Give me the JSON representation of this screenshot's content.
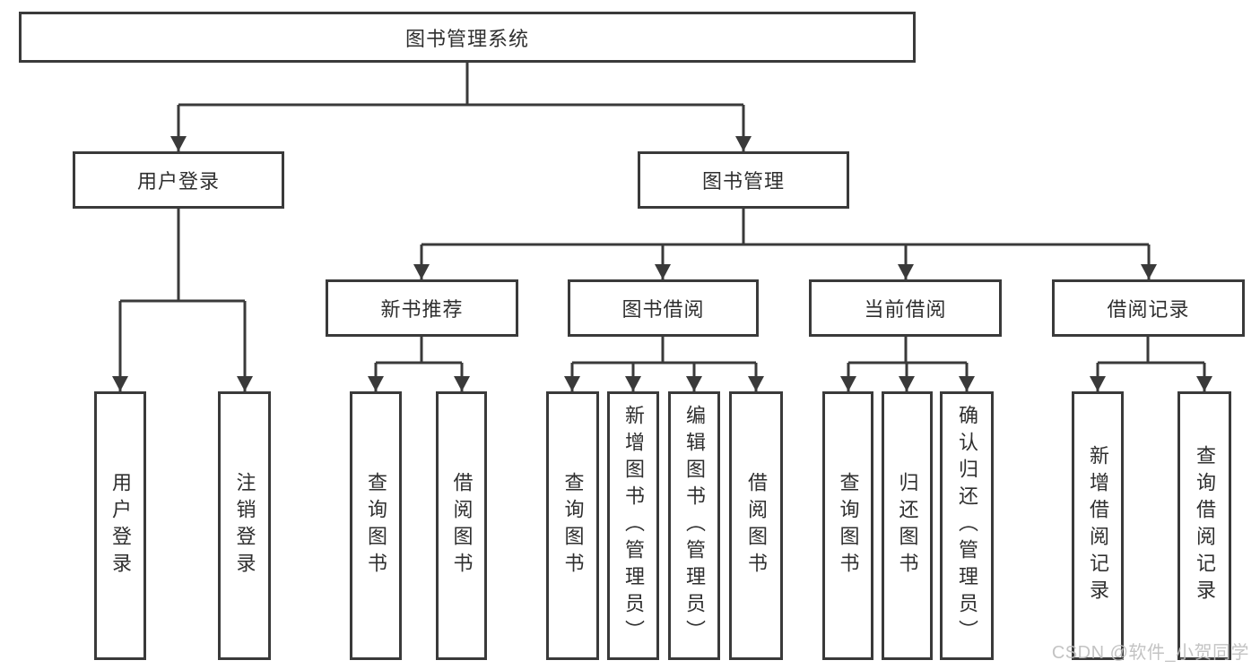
{
  "colors": {
    "line": "#3a3a3a",
    "box_bg": "#ffffff",
    "text": "#2f2f2f",
    "watermark": "#bdbdbd"
  },
  "nodes": {
    "root": {
      "label": "图书管理系统"
    },
    "user_login": {
      "label": "用户登录"
    },
    "book_mgmt": {
      "label": "图书管理"
    },
    "new_book_rec": {
      "label": "新书推荐"
    },
    "book_borrow": {
      "label": "图书借阅"
    },
    "current_borrow": {
      "label": "当前借阅"
    },
    "borrow_records": {
      "label": "借阅记录"
    }
  },
  "leaves": [
    {
      "label": "用户登录"
    },
    {
      "label": "注销登录"
    },
    {
      "label": "查询图书"
    },
    {
      "label": "借阅图书"
    },
    {
      "label": "查询图书"
    },
    {
      "label": "新增图书（管理员）"
    },
    {
      "label": "编辑图书（管理员）"
    },
    {
      "label": "借阅图书"
    },
    {
      "label": "查询图书"
    },
    {
      "label": "归还图书"
    },
    {
      "label": "确认归还（管理员）"
    },
    {
      "label": "新增借阅记录"
    },
    {
      "label": "查询借阅记录"
    }
  ],
  "watermark": {
    "text": "CSDN @软件_小贺同学"
  }
}
